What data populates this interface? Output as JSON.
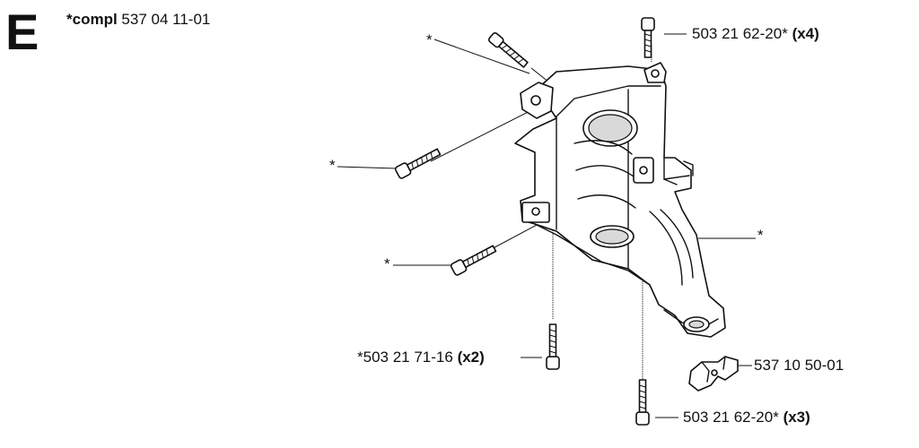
{
  "section": {
    "letter": "E"
  },
  "assembly": {
    "prefix": "*compl",
    "number": "537 04 11-01"
  },
  "callouts": {
    "screw_top_right": {
      "number": "503 21 62-20*",
      "qty": "(x4)"
    },
    "screw_bottom_left": {
      "number": "*503 21 71-16",
      "qty": "(x2)"
    },
    "clip": {
      "number": "537 10 50-01"
    },
    "screw_bottom_right": {
      "number": "503 21 62-20*",
      "qty": "(x3)"
    },
    "star_top_left": "*",
    "star_mid_left": "*",
    "star_lower_left": "*",
    "star_right": "*"
  }
}
